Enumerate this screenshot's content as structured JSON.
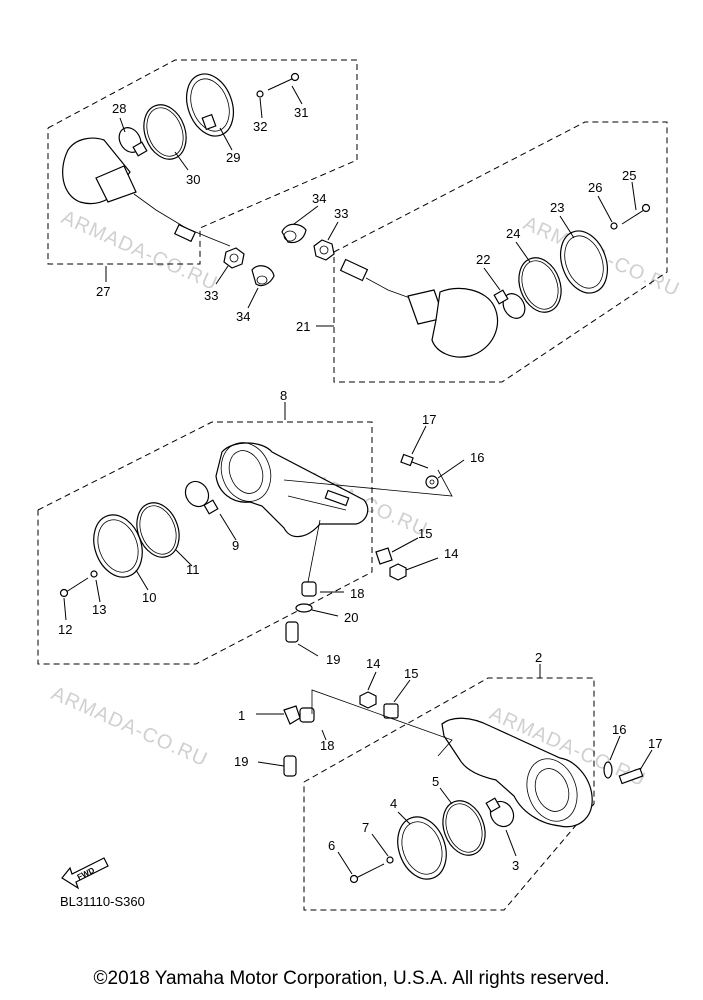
{
  "watermark": "ARMADA-CO.RU",
  "diagram_code": "BL31110-S360",
  "fwd_label": "FWD",
  "copyright": "©2018 Yamaha Motor Corporation, U.S.A. All rights reserved.",
  "callouts": {
    "c1": "1",
    "c2": "2",
    "c3": "3",
    "c4": "4",
    "c5": "5",
    "c6": "6",
    "c7": "7",
    "c8": "8",
    "c9": "9",
    "c10": "10",
    "c11": "11",
    "c12": "12",
    "c13": "13",
    "c14a": "14",
    "c14b": "14",
    "c15a": "15",
    "c15b": "15",
    "c16a": "16",
    "c16b": "16",
    "c17a": "17",
    "c17b": "17",
    "c18a": "18",
    "c18b": "18",
    "c19a": "19",
    "c19b": "19",
    "c20": "20",
    "c21": "21",
    "c22": "22",
    "c23": "23",
    "c24": "24",
    "c25": "25",
    "c26": "26",
    "c27": "27",
    "c28": "28",
    "c29": "29",
    "c30": "30",
    "c31": "31",
    "c32": "32",
    "c33a": "33",
    "c33b": "33",
    "c34a": "34",
    "c34b": "34"
  }
}
